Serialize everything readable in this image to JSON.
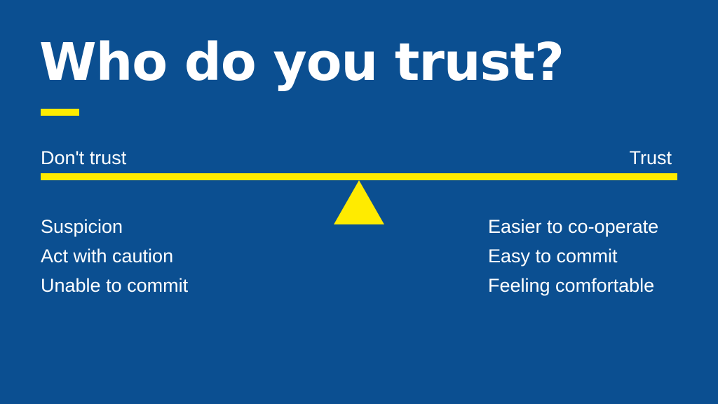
{
  "slide": {
    "title": "Who do you trust?",
    "colors": {
      "background": "#0b4f91",
      "accent": "#ffeb00",
      "text": "#ffffff"
    },
    "scale": {
      "left_label": "Don't trust",
      "right_label": "Trust"
    },
    "left_items": [
      "Suspicion",
      "Act with caution",
      "Unable to commit"
    ],
    "right_items": [
      "Easier to co-operate",
      "Easy to commit",
      "Feeling comfortable"
    ]
  }
}
